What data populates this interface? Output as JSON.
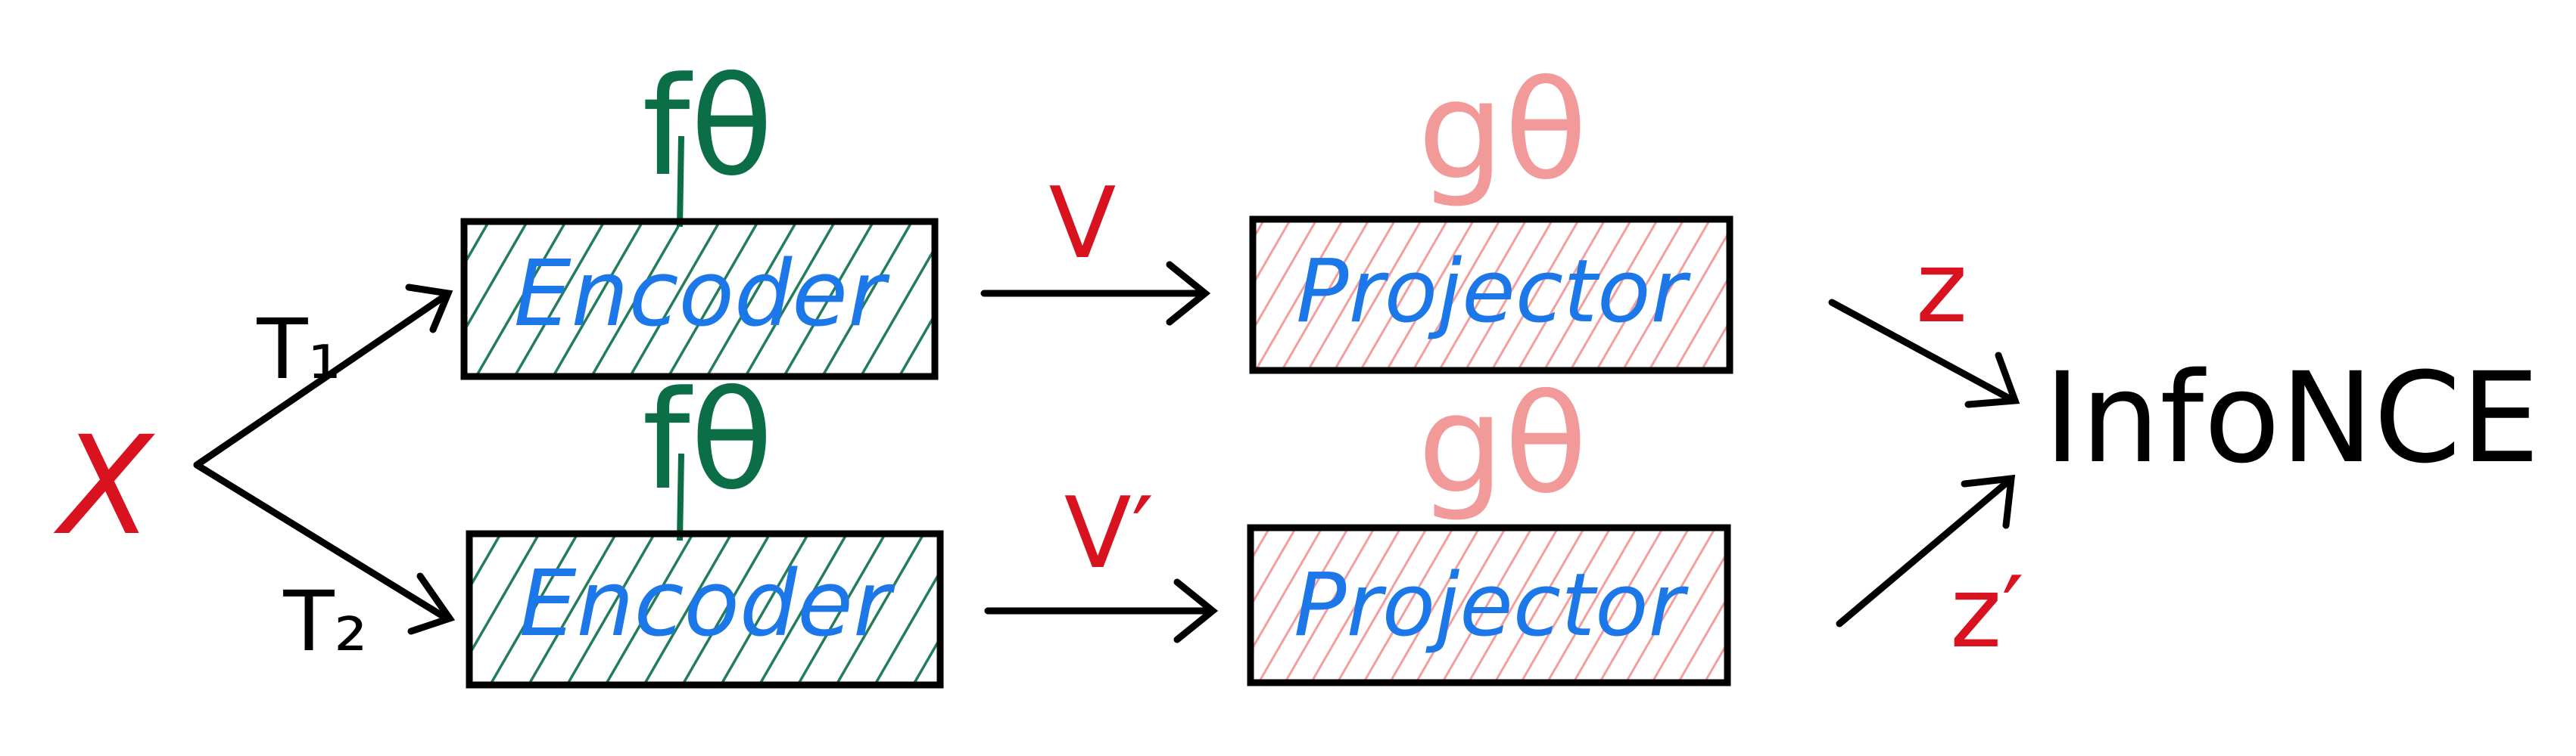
{
  "input_label": "X",
  "transform_labels": {
    "top": "T₁",
    "bottom": "T₂"
  },
  "encoder": {
    "symbol": "fθ",
    "label": "Encoder"
  },
  "projector": {
    "symbol": "gθ",
    "label": "Projector"
  },
  "representation_labels": {
    "top": "V",
    "bottom": "V′"
  },
  "embedding_labels": {
    "top": "z",
    "bottom": "z′"
  },
  "loss_label": "InfoNCE",
  "colors": {
    "ink": "#000000",
    "red": "#d9121f",
    "green": "#0c6e47",
    "blue": "#1c78e8",
    "pink": "#f29a9a"
  },
  "icons": {
    "arrow": "arrow-head",
    "hatching": "diagonal-hatch"
  }
}
